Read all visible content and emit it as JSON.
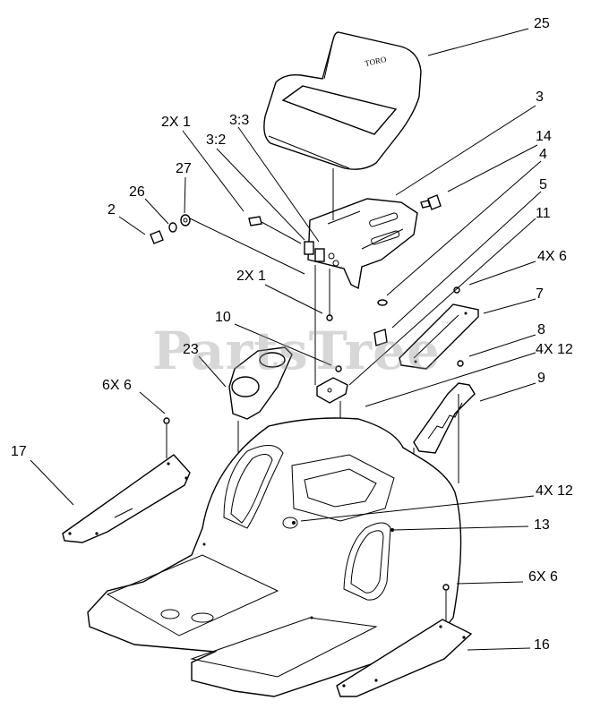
{
  "watermark": {
    "text": "PartsTree",
    "mark": "™"
  },
  "seat_logo": "TORO",
  "callouts": {
    "c25": "25",
    "c3": "3",
    "c14": "14",
    "c4": "4",
    "c5": "5",
    "c11": "11",
    "c4x6": "4X 6",
    "c7": "7",
    "c8": "8",
    "c4x12a": "4X 12",
    "c9": "9",
    "c2x1a": "2X 1",
    "c3_3": "3:3",
    "c3_2": "3:2",
    "c27": "27",
    "c26": "26",
    "c2": "2",
    "c2x1b": "2X 1",
    "c10": "10",
    "c23": "23",
    "c6x6a": "6X 6",
    "c17": "17",
    "c4x12b": "4X 12",
    "c13": "13",
    "c6x6b": "6X 6",
    "c16": "16"
  }
}
